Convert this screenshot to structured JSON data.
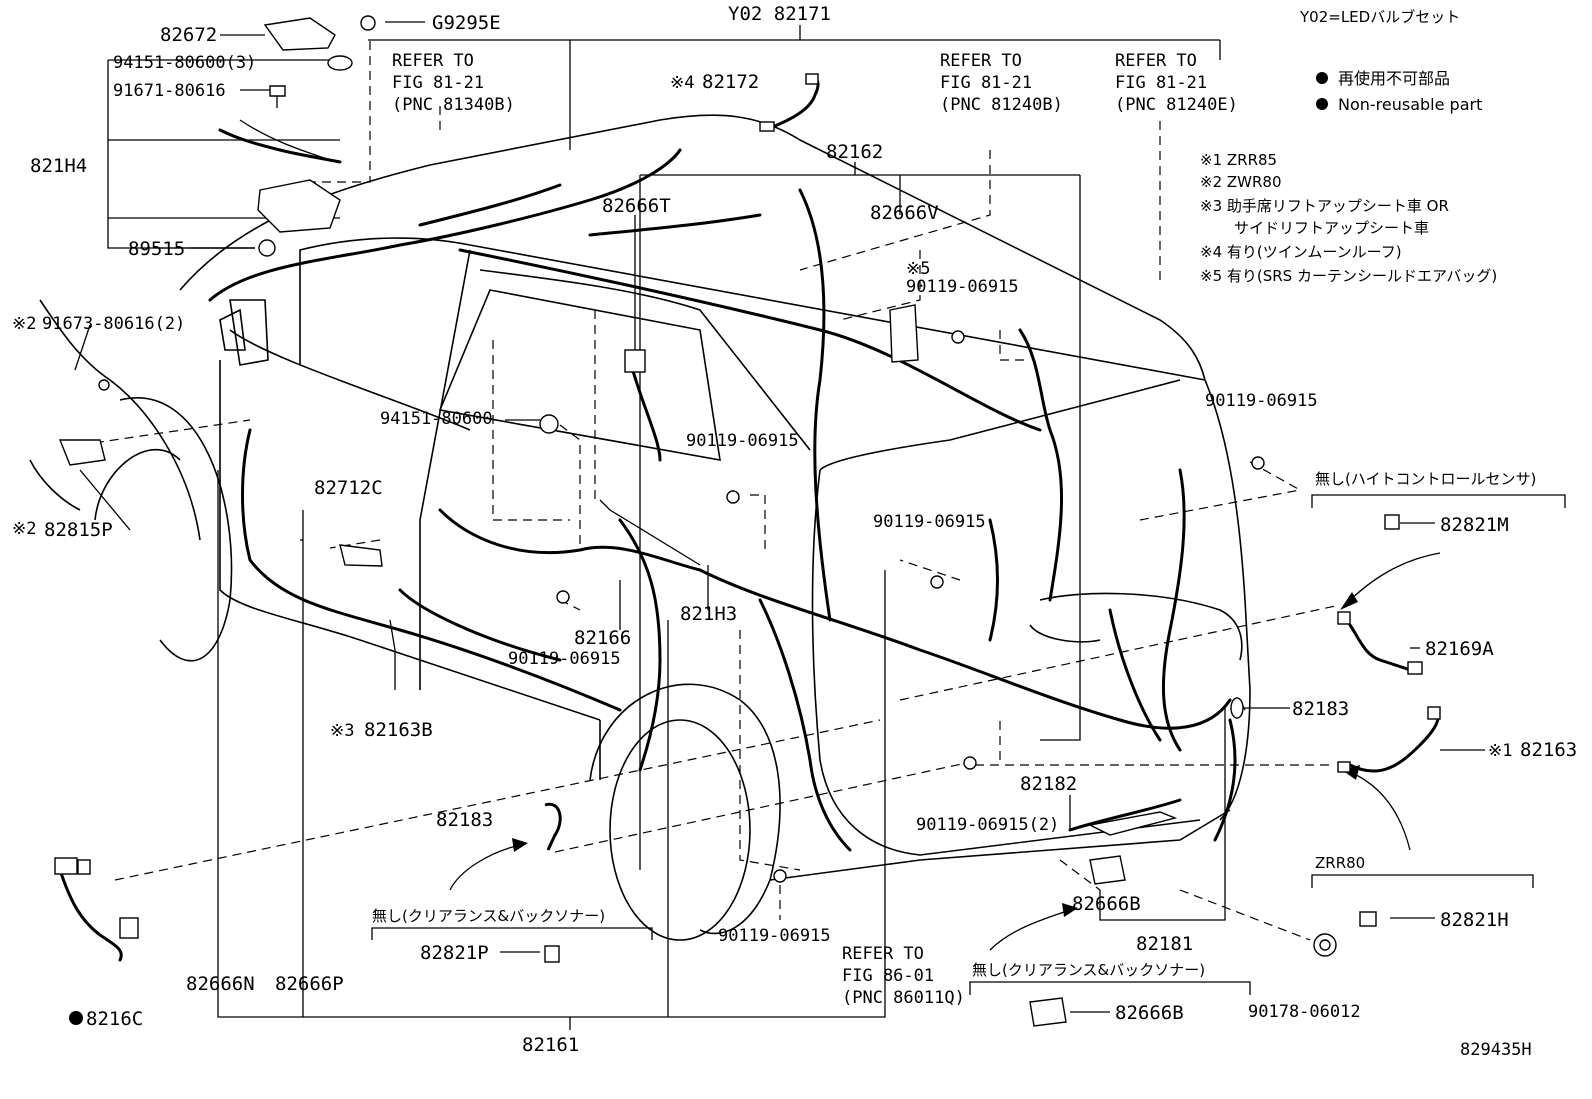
{
  "labels": {
    "p82672": "82672",
    "pG9295E": "G9295E",
    "pY02_82171": "Y02 82171",
    "y02_note": "Y02=LEDバルブセット",
    "p94151_3": "94151-80600(3)",
    "p91671": "91671-80616",
    "p821H4": "821H4",
    "p89515": "89515",
    "p91673": "91673-80616(2)",
    "p82815P": "82815P",
    "refer1_a": "REFER TO",
    "refer1_b": "FIG 81-21",
    "refer1_c": "(PNC 81340B)",
    "p82172": "82172",
    "refer2_a": "REFER TO",
    "refer2_b": "FIG 81-21",
    "refer2_c": "(PNC 81240B)",
    "refer3_a": "REFER TO",
    "refer3_b": "FIG 81-21",
    "refer3_c": "(PNC 81240E)",
    "legend_jp": "再使用不可部品",
    "legend_en": "Non-reusable part",
    "note1": "※1 ZRR85",
    "note2": "※2 ZWR80",
    "note3a": "※3 助手席リフトアップシート車 OR",
    "note3b": "サイドリフトアップシート車",
    "note4": "※4 有り(ツインムーンルーフ)",
    "note5": "※5 有り(SRS カーテンシールドエアバッグ)",
    "p82162": "82162",
    "p82666T": "82666T",
    "p82666V": "82666V",
    "mark5": "※5",
    "p90119_a": "90119-06915",
    "p90119_b": "90119-06915",
    "p94151": "94151-80600",
    "p90119_c": "90119-06915",
    "p82712C": "82712C",
    "p90119_d": "90119-06915",
    "height_sensor_note": "無し(ハイトコントロールセンサ)",
    "p82821M": "82821M",
    "p821H3": "821H3",
    "p82166": "82166",
    "p90119_e": "90119-06915",
    "p82169A": "82169A",
    "p82163B": "82163B",
    "mark3": "※3",
    "p82183_r": "82183",
    "p82163": "82163",
    "mark1": "※1",
    "p82182": "82182",
    "p90119_2": "90119-06915(2)",
    "p82183_l": "82183",
    "zrr80": "ZRR80",
    "p82666B_a": "82666B",
    "p82821H": "82821H",
    "p82181": "82181",
    "clearance_note_l": "無し(クリアランス&バックソナー)",
    "p82821P": "82821P",
    "p90119_f": "90119-06915",
    "refer4_a": "REFER TO",
    "refer4_b": "FIG 86-01",
    "refer4_c": "(PNC 86011Q)",
    "clearance_note_r": "無し(クリアランス&バックソナー)",
    "p82666N": "82666N",
    "p82666P": "82666P",
    "p8216C": "8216C",
    "p82666B_b": "82666B",
    "p90178": "90178-06012",
    "p82161": "82161",
    "fig_id": "829435H",
    "mark2a": "※2",
    "mark2b": "※2",
    "mark4": "※4"
  }
}
